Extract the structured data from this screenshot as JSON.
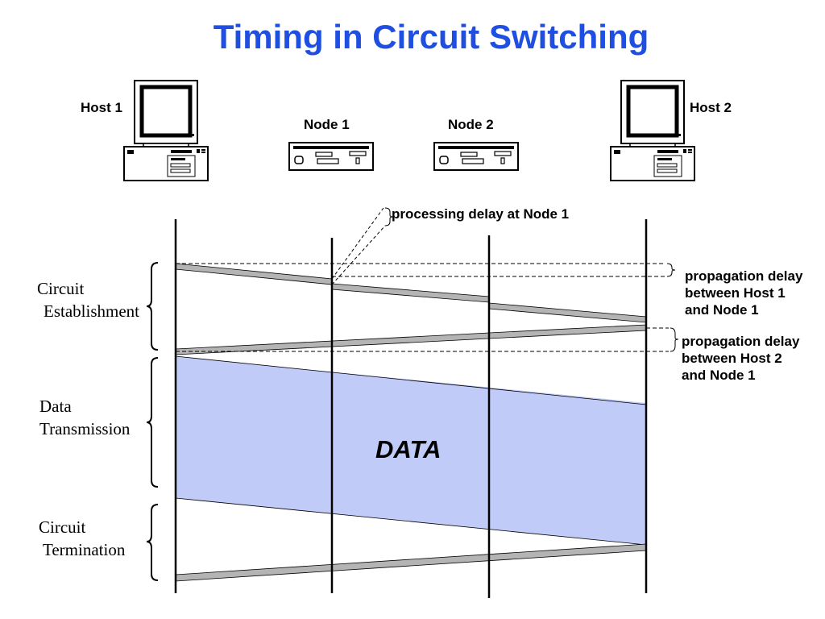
{
  "title": "Timing in Circuit Switching",
  "devices": {
    "host1": {
      "label": "Host 1",
      "icon": "computer-icon"
    },
    "node1": {
      "label": "Node 1",
      "icon": "switch-node-icon"
    },
    "node2": {
      "label": "Node 2",
      "icon": "switch-node-icon"
    },
    "host2": {
      "label": "Host 2",
      "icon": "computer-icon"
    }
  },
  "annotations": {
    "processing_delay": "processing delay at Node 1",
    "prop_delay_1": [
      "propagation delay",
      "between Host 1",
      "and Node 1"
    ],
    "prop_delay_2": [
      "propagation delay",
      "between Host 2",
      "and Node 1"
    ]
  },
  "phases": {
    "establishment": [
      "Circuit",
      "Establishment"
    ],
    "transmission": [
      "Data",
      "Transmission"
    ],
    "termination": [
      "Circuit",
      "Termination"
    ]
  },
  "data_label": "DATA",
  "colors": {
    "title": "#1f4fe0",
    "data_fill": "#c0cbf8",
    "signal_bar": "#b4b4b4"
  }
}
